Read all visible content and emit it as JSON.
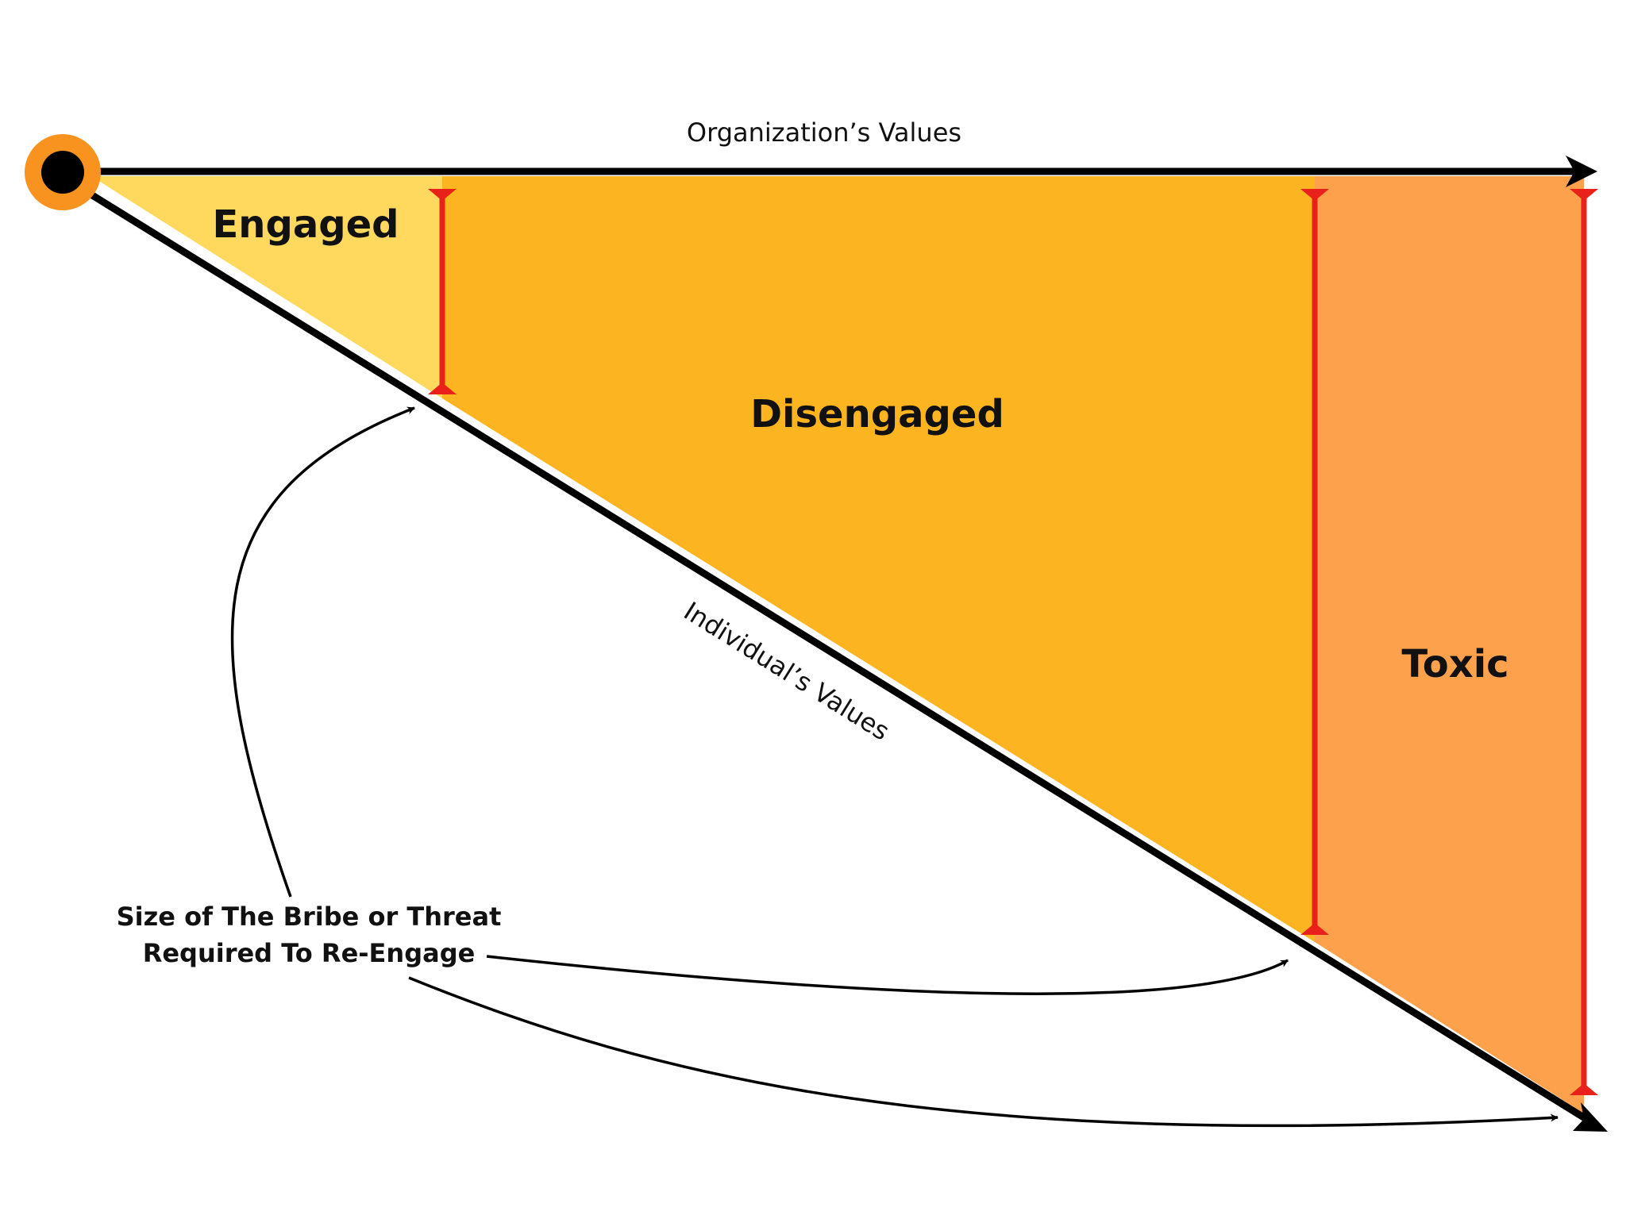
{
  "axes": {
    "organization_label": "Organization’s Values",
    "individual_label": "Individual’s Values"
  },
  "zones": {
    "engaged": "Engaged",
    "disengaged": "Disengaged",
    "toxic": "Toxic"
  },
  "note": {
    "line1": "Size of The Bribe or Threat",
    "line2": "Required To Re-Engage"
  },
  "colors": {
    "engaged_fill": "#FFD95E",
    "disengaged_fill": "#FCB421",
    "toxic_fill": "#FEA14C",
    "gap_marker": "#E8221A",
    "origin_ring": "#F7931E",
    "axis_line": "#000000"
  }
}
